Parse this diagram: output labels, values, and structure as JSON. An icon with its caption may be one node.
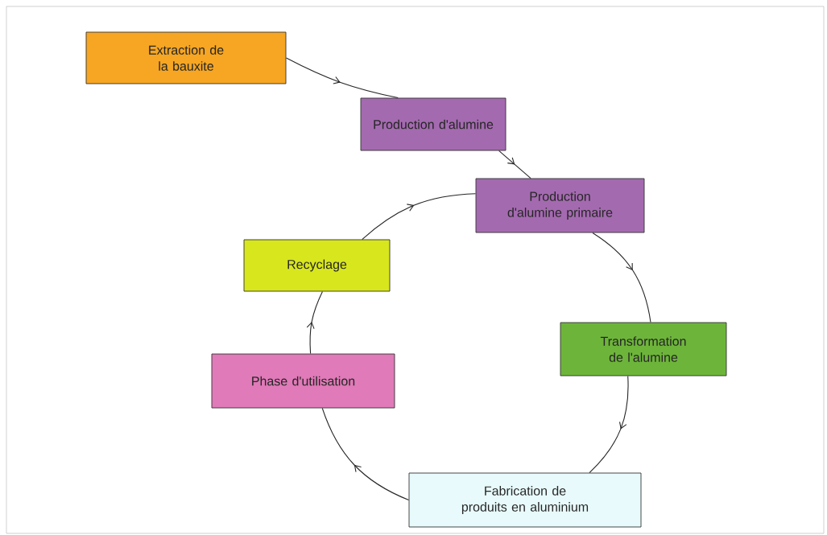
{
  "diagram": {
    "nodes": [
      {
        "text": [
          "Extraction de la bauxite"
        ]
      },
      {
        "text": [
          "Production d'alumine"
        ]
      },
      {
        "text": [
          "Production d'alumine primaire"
        ]
      },
      {
        "text": [
          "Transformation de l'alumine"
        ]
      },
      {
        "text": [
          "Fabrication de produits en aluminium"
        ]
      },
      {
        "text": [
          "Phase d'utilisation"
        ]
      },
      {
        "text": [
          "Recyclage"
        ]
      }
    ],
    "edges": [
      {
        "from": 0,
        "to": 1,
        "arrow": "to"
      },
      {
        "from": 1,
        "to": 2,
        "arrow": "to"
      },
      {
        "from": 2,
        "to": 3,
        "arrow": "to"
      },
      {
        "from": 3,
        "to": 4,
        "arrow": "to"
      },
      {
        "from": 4,
        "to": 5,
        "arrow": "to"
      },
      {
        "from": 5,
        "to": 6,
        "arrow": "to"
      },
      {
        "from": 6,
        "to": 2,
        "arrow": "to"
      }
    ]
  }
}
